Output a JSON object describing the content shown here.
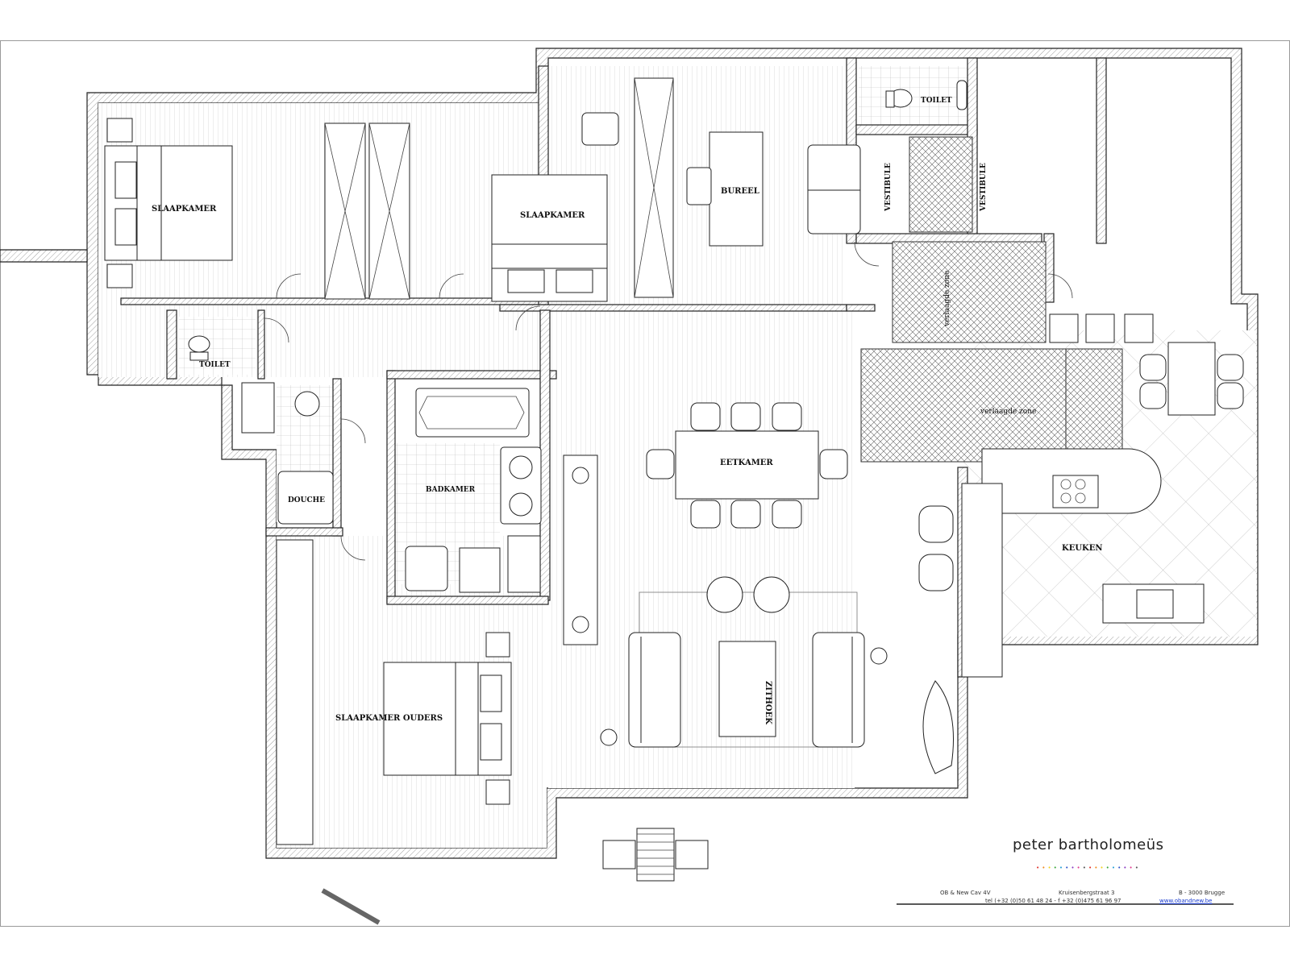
{
  "rooms": {
    "slaapkamer_1": "SLAAPKAMER",
    "slaapkamer_2": "SLAAPKAMER",
    "bureel": "BUREEL",
    "toilet_top": "TOILET",
    "vestibule_left": "VESTIBULE",
    "vestibule_right": "VESTIBULE",
    "verlaagde_zone_top": "verlaagde zone",
    "verlaagde_zone_mid": "verlaagde zone",
    "toilet_left": "TOILET",
    "douche": "DOUCHE",
    "badkamer": "BADKAMER",
    "eetkamer": "EETKAMER",
    "keuken": "KEUKEN",
    "zithoek": "ZITHOEK",
    "slaapkamer_ouders": "SLAAPKAMER OUDERS"
  },
  "title_block": {
    "brand": "peter bartholomeüs",
    "company": "OB & New Cav 4V",
    "street": "Kruisenbergstraat 3",
    "city": "B - 3000  Brugge",
    "phone": "tel (+32 (0)50 61 48 24 - f +32 (0)475 61 96 97",
    "website": "www.obandnew.be"
  },
  "colors": {
    "line": "#222222",
    "hatch": "#777777",
    "link": "#1a3ccf",
    "dots": [
      "#e0302a",
      "#f08a1d",
      "#f2d21a",
      "#3aa839",
      "#27a0d8",
      "#2c52c9",
      "#8a3cc2",
      "#e03a8f",
      "#555555",
      "#e0302a",
      "#f08a1d",
      "#f2d21a",
      "#3aa839",
      "#27a0d8",
      "#2c52c9",
      "#8a3cc2",
      "#e03a8f",
      "#555555"
    ]
  }
}
